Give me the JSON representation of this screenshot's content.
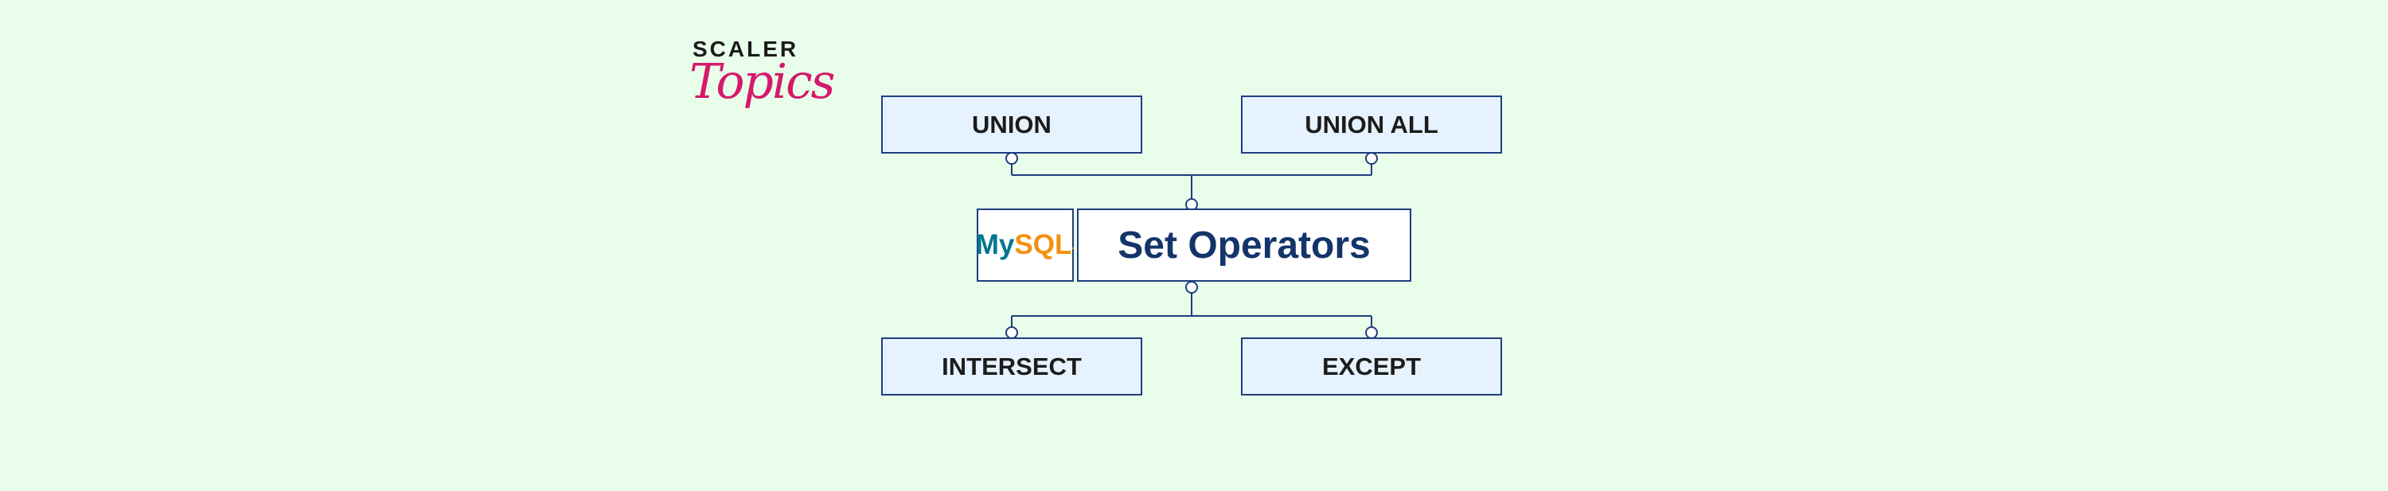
{
  "brand": {
    "line1": "SCALER",
    "line2": "Topics",
    "color": "#d6196a"
  },
  "center": {
    "title": "Set Operators",
    "badge_my": "My",
    "badge_sql": "SQL",
    "badge_mark": "."
  },
  "operators": {
    "top_left": "UNION",
    "top_right": "UNION ALL",
    "bottom_left": "INTERSECT",
    "bottom_right": "EXCEPT"
  },
  "colors": {
    "background": "#e8fdea",
    "box_fill": "#e6f2fd",
    "border": "#1f3e80",
    "title": "#14346b"
  }
}
